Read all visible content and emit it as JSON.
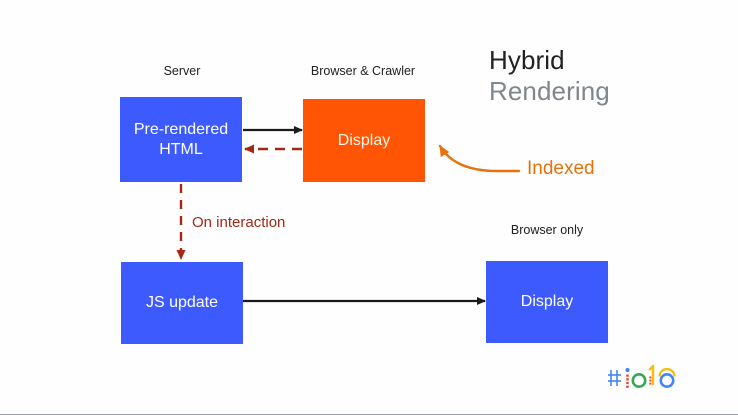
{
  "slide": {
    "title": {
      "line1": "Hybrid",
      "line2": "Rendering"
    },
    "background_color": "#fefefe",
    "colors": {
      "blue": "#3d5afe",
      "orange": "#ff5505",
      "annotation_orange": "#e8710a",
      "annotation_red": "#a52714",
      "arrow_black": "#202124",
      "title_dark": "#202124",
      "title_gray": "#80868b"
    }
  },
  "captions": [
    {
      "id": "server",
      "text": "Server"
    },
    {
      "id": "browser-crawler",
      "text": "Browser & Crawler"
    },
    {
      "id": "browser-only",
      "text": "Browser only"
    }
  ],
  "nodes": [
    {
      "id": "pre-rendered-html",
      "line1": "Pre-rendered",
      "line2": "HTML",
      "color": "#3d5afe"
    },
    {
      "id": "display-crawler",
      "line1": "Display",
      "line2": "",
      "color": "#ff5505"
    },
    {
      "id": "js-update",
      "line1": "JS update",
      "line2": "",
      "color": "#3d5afe"
    },
    {
      "id": "display-browser",
      "line1": "Display",
      "line2": "",
      "color": "#3d5afe"
    }
  ],
  "annotations": [
    {
      "id": "on-interaction",
      "text": "On interaction",
      "color": "#a52714"
    },
    {
      "id": "indexed",
      "text": "Indexed",
      "color": "#e8710a"
    }
  ],
  "logo": {
    "name": "google-io-logo",
    "text": "#io",
    "colors": [
      "#4285f4",
      "#34a853",
      "#fbbc04",
      "#ea4335"
    ]
  }
}
